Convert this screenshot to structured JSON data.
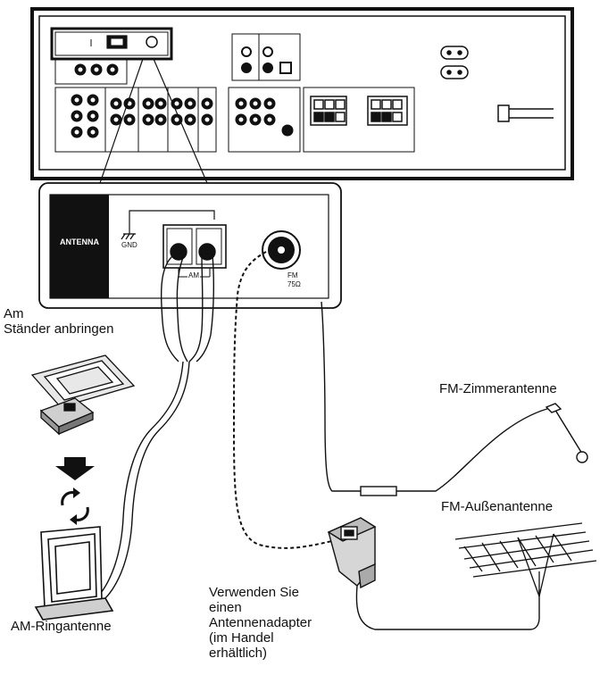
{
  "panel": {
    "antenna_label": "ANTENNA",
    "gnd_label": "GND",
    "am_label": "AM",
    "fm_label_line1": "FM",
    "fm_label_line2": "75Ω"
  },
  "labels": {
    "stand_line1": "Am",
    "stand_line2": "Ständer anbringen",
    "am_loop": "AM-Ringantenne",
    "fm_indoor": "FM-Zimmerantenne",
    "fm_outdoor": "FM-Außenantenne",
    "adapter_line1": "Verwenden Sie",
    "adapter_line2": "einen",
    "adapter_line3": "Antennenadapter",
    "adapter_line4": "(im Handel",
    "adapter_line5": "erhältlich)"
  },
  "colors": {
    "line": "#111111",
    "fill_dark": "#111111",
    "fill_light": "#ffffff",
    "shade": "#cfcfcf"
  }
}
